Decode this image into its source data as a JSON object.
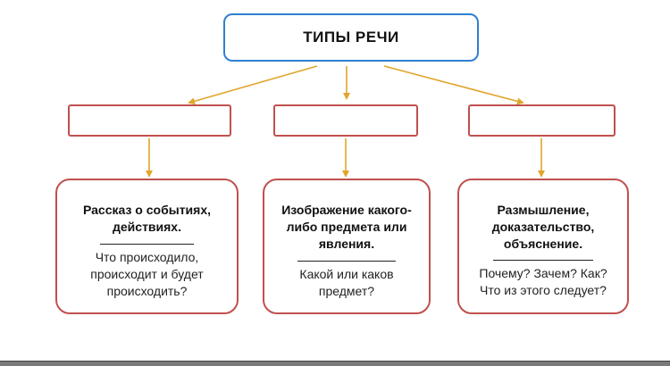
{
  "diagram": {
    "root": {
      "label": "ТИПЫ РЕЧИ"
    },
    "branches": [
      {
        "label": "",
        "description": "Рассказ о событиях,\nдействиях.",
        "question": "Что происходило,\nпроисходит и будет\nпроисходить?"
      },
      {
        "label": "",
        "description": "Изображение какого-\nлибо предмета или\nявления.",
        "question": "Какой или каков\nпредмет?"
      },
      {
        "label": "",
        "description": "Размышление,\nдоказательство,\nобъяснение.",
        "question": "Почему? Зачем? Как?\nЧто из этого следует?"
      }
    ],
    "colors": {
      "root_border": "#2f7fd1",
      "box_border": "#c0504d",
      "arrow": "#e0a52a"
    }
  }
}
